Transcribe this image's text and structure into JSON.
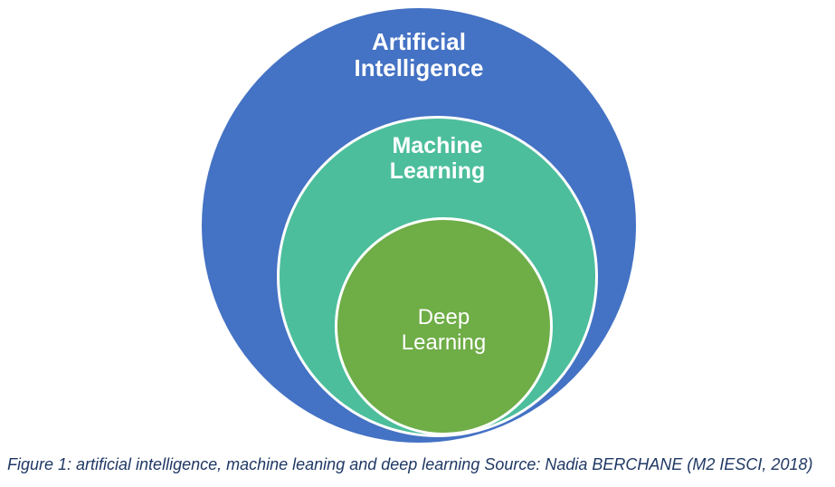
{
  "figure": {
    "levels": [
      {
        "id": "artificial-intelligence",
        "label": "Artificial\nIntelligence",
        "color": "#4472C4"
      },
      {
        "id": "machine-learning",
        "label": "Machine\nLearning",
        "color": "#4CBE9B"
      },
      {
        "id": "deep-learning",
        "label": "Deep\nLearning",
        "color": "#6FAD47"
      }
    ],
    "label_color": "#FFFFFF",
    "caption": "Figure 1: artificial intelligence, machine leaning and deep learning Source: Nadia BERCHANE (M2 IESCI, 2018)",
    "caption_color": "#1F3864"
  }
}
